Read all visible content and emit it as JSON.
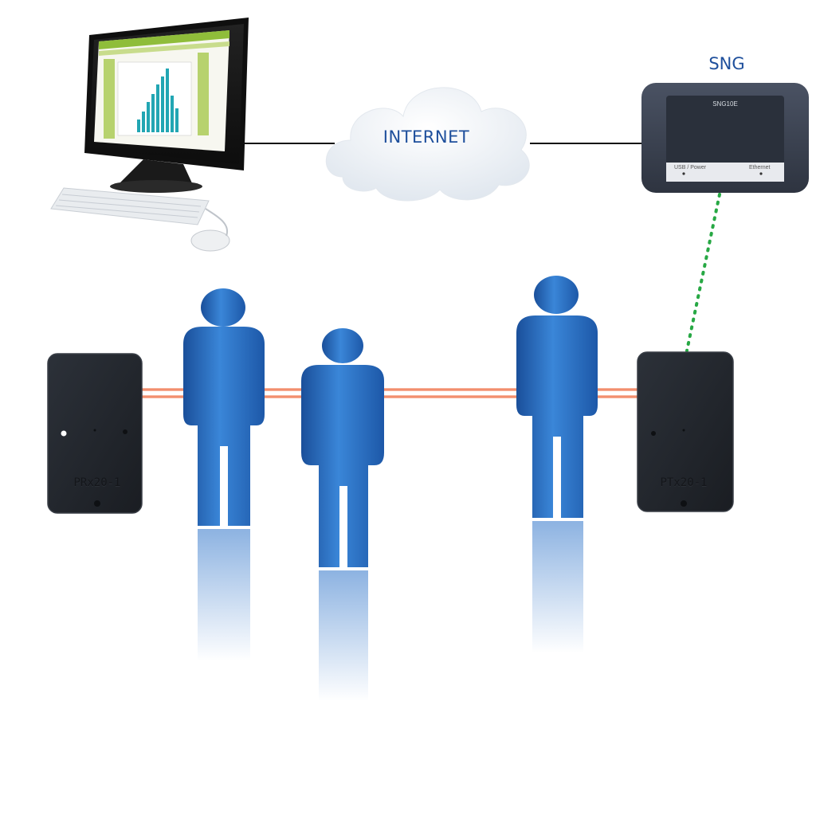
{
  "diagram": {
    "internet_label": "INTERNET",
    "gateway_label": "SNG",
    "gateway_model": "SNG10E",
    "gateway_port_left": "USB / Power",
    "gateway_port_right": "Ethernet",
    "sensor_left_label": "PRx20-1",
    "sensor_right_label": "PTx20-1"
  },
  "colors": {
    "label_blue": "#1e4f9c",
    "person_blue": "#2f74c9",
    "beam": "#f08a6a",
    "wireless_link": "#27a844",
    "sensor_body": "#23272e",
    "gateway_body": "#3b4251"
  }
}
